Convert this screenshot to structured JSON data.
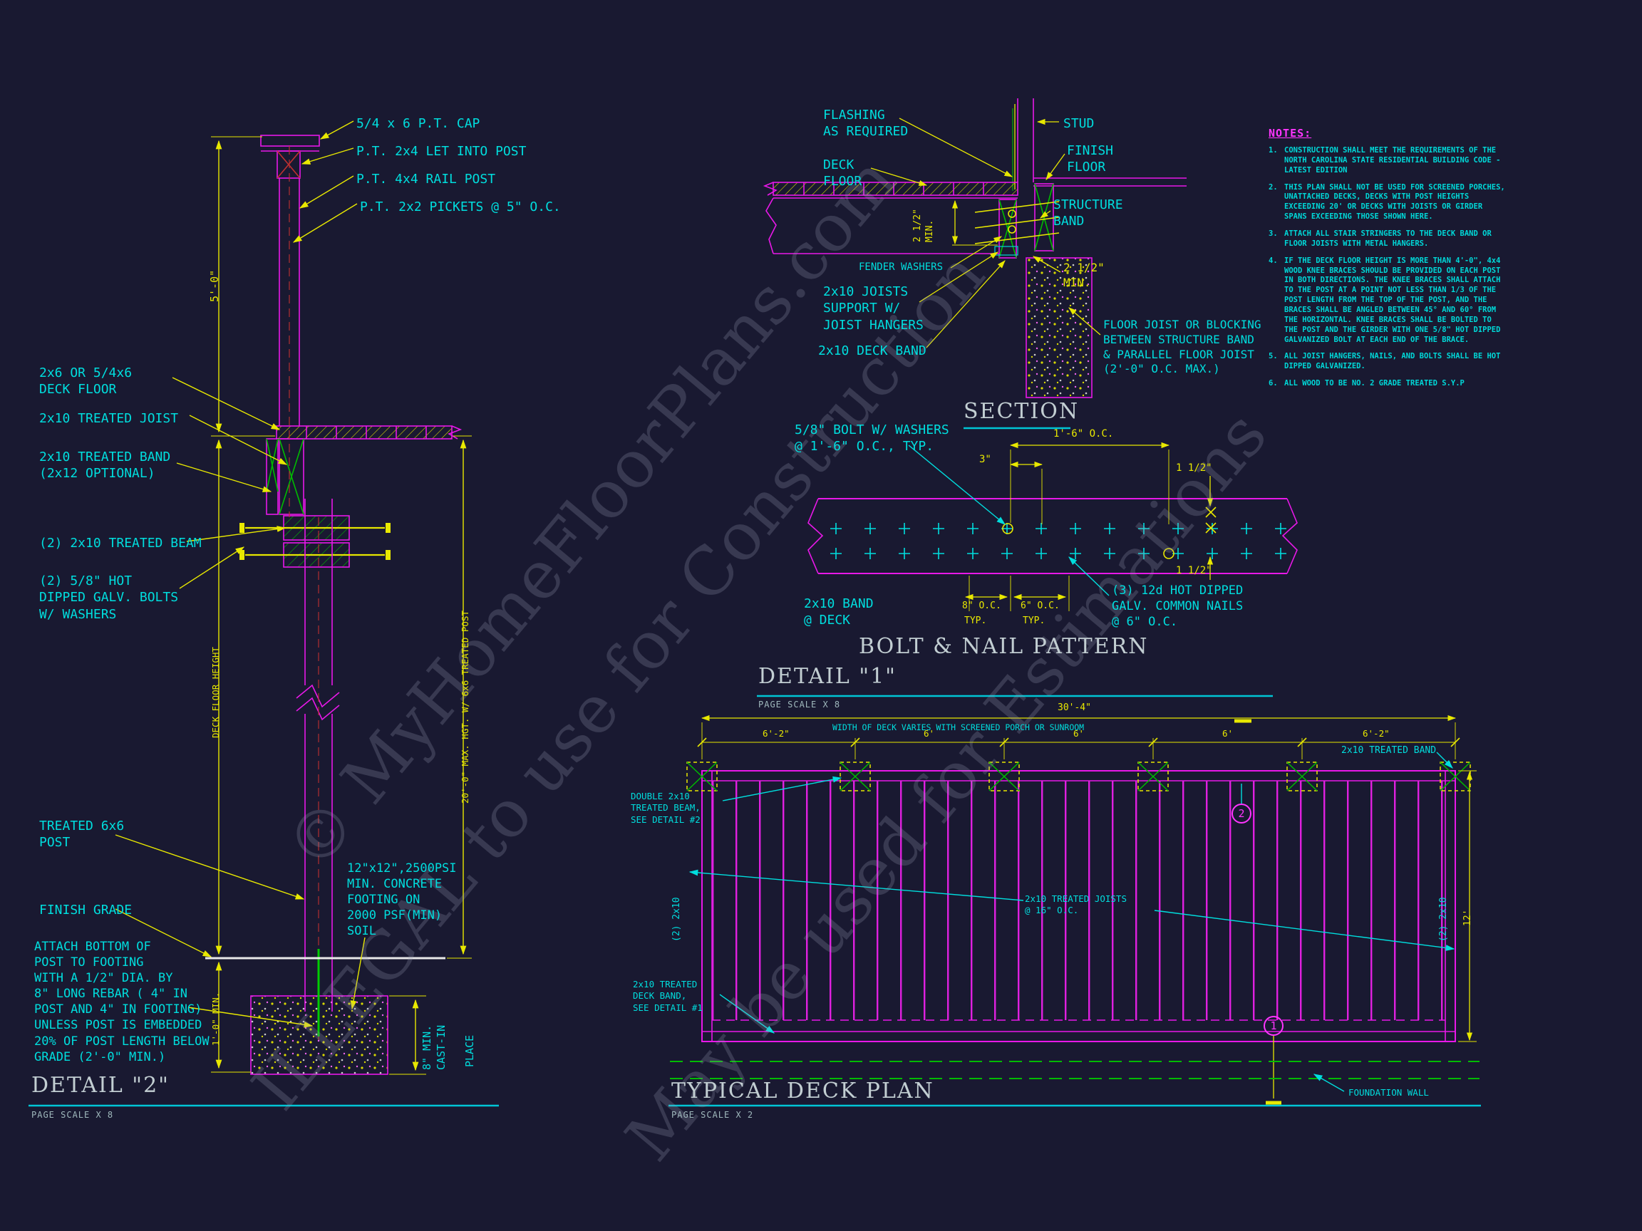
{
  "watermarks": {
    "wm1": "© MyHomeFloorPlans.com",
    "wm2": "ILLEGAL to use for Construction",
    "wm3": "May be used for Estimations"
  },
  "detail2": {
    "title": "DETAIL \"2\"",
    "scale": "PAGE SCALE X 8",
    "labels": {
      "cap": "5/4 x 6 P.T. CAP",
      "let_in": "P.T. 2x4 LET INTO POST",
      "rail_post": "P.T. 4x4 RAIL POST",
      "pickets": "P.T. 2x2 PICKETS @ 5\" O.C.",
      "deck_floor": "2x6 OR 5/4x6\nDECK FLOOR",
      "joist": "2x10 TREATED JOIST",
      "band": "2x10 TREATED BAND\n(2x12 OPTIONAL)",
      "beam": "(2) 2x10 TREATED BEAM",
      "bolts": "(2) 5/8\" HOT\nDIPPED GALV. BOLTS\nW/ WASHERS",
      "post": "TREATED 6x6\nPOST",
      "grade": "FINISH GRADE",
      "attach_note": "ATTACH BOTTOM OF\nPOST TO FOOTING\nWITH A 1/2\" DIA. BY\n8\" LONG REBAR ( 4\" IN\nPOST AND 4\" IN FOOTING)\nUNLESS POST IS EMBEDDED\n20% OF POST LENGTH BELOW\nGRADE (2'-0\" MIN.)",
      "footing": "12\"x12\",2500PSI\nMIN. CONCRETE\nFOOTING ON\n2000 PSF(MIN)\nSOIL",
      "cast_in": "8\" MIN.\nCAST-IN",
      "place": "PLACE"
    },
    "dims": {
      "rail_height": "5'-0\"",
      "deck_floor_height": "DECK FLOOR HEIGHT",
      "max_height": "20'-0\" MAX. HGT. W/ 6x6 TREATED POST",
      "footing_depth": "1'-0\" MIN."
    }
  },
  "section": {
    "title": "SECTION",
    "labels": {
      "flashing": "FLASHING\nAS REQUIRED",
      "stud": "STUD",
      "deck_floor": "DECK\nFLOOR",
      "finish_floor": "FINISH\nFLOOR",
      "structure_band": "STRUCTURE\nBAND",
      "fender_washers": "FENDER WASHERS",
      "joists": "2x10 JOISTS\nSUPPORT W/\nJOIST HANGERS",
      "deck_band": "2x10 DECK BAND",
      "floor_joist": "FLOOR JOIST OR BLOCKING\nBETWEEN STRUCTURE BAND\n& PARALLEL FLOOR JOIST\n(2'-0\" O.C. MAX.)"
    },
    "dims": {
      "min_left": "2 1/2\"\nMIN.",
      "min_right": "2 1/2\"\nMIN."
    }
  },
  "detail1": {
    "title": "DETAIL \"1\"",
    "scale": "PAGE SCALE X 8",
    "subtitle": "BOLT & NAIL PATTERN",
    "labels": {
      "bolt": "5/8\" BOLT W/ WASHERS\n@ 1'-6\" O.C., TYP.",
      "band": "2x10 BAND\n@ DECK",
      "nails": "(3) 12d HOT DIPPED\nGALV. COMMON NAILS\n@ 6\" O.C."
    },
    "dims": {
      "three": "3\"",
      "oc16": "1'-6\" O.C.",
      "half_top": "1 1/2\"",
      "half_bottom": "1 1/2\"",
      "oc8": "8\" O.C.",
      "typ_a": "TYP.",
      "oc6": "6\" O.C.",
      "typ_b": "TYP."
    }
  },
  "notes": {
    "title": "NOTES:",
    "items": [
      {
        "num": "1.",
        "text": "CONSTRUCTION SHALL MEET THE REQUIREMENTS OF THE NORTH CAROLINA STATE RESIDENTIAL BUILDING CODE - LATEST EDITION"
      },
      {
        "num": "2.",
        "text": "THIS PLAN SHALL NOT BE USED FOR SCREENED PORCHES, UNATTACHED DECKS, DECKS WITH POST HEIGHTS EXCEEDING 20' OR DECKS WITH JOISTS OR GIRDER SPANS EXCEEDING THOSE SHOWN HERE."
      },
      {
        "num": "3.",
        "text": "ATTACH ALL STAIR STRINGERS TO THE DECK BAND OR FLOOR JOISTS WITH METAL HANGERS."
      },
      {
        "num": "4.",
        "text": "IF THE DECK FLOOR HEIGHT IS MORE THAN 4'-0\", 4x4 WOOD KNEE BRACES SHOULD BE PROVIDED ON EACH POST IN BOTH DIRECTIONS. THE KNEE BRACES SHALL ATTACH TO THE POST AT A POINT NOT LESS THAN 1/3 OF THE POST LENGTH FROM THE TOP OF THE POST, AND THE BRACES SHALL BE ANGLED BETWEEN 45° AND 60° FROM THE HORIZONTAL. KNEE BRACES SHALL BE BOLTED TO THE POST AND THE GIRDER WITH ONE 5/8\" HOT DIPPED GALVANIZED BOLT AT EACH END OF THE BRACE."
      },
      {
        "num": "5.",
        "text": "ALL JOIST HANGERS, NAILS, AND BOLTS SHALL BE HOT DIPPED GALVANIZED."
      },
      {
        "num": "6.",
        "text": "ALL WOOD TO BE NO. 2 GRADE TREATED S.Y.P"
      }
    ]
  },
  "deck_plan": {
    "title": "TYPICAL DECK PLAN",
    "scale": "PAGE SCALE X 2",
    "labels": {
      "band": "2x10 TREATED BAND",
      "beam_note": "DOUBLE 2x10\nTREATED BEAM,\nSEE DETAIL #2",
      "joists_note": "2x10 TREATED JOISTS\n@ 16\" O.C.",
      "deck_band_note": "2x10 TREATED\nDECK BAND,\nSEE DETAIL #1",
      "foundation": "FOUNDATION WALL",
      "double_left": "(2) 2x10",
      "double_right": "(2) 2x10",
      "marker_1": "1",
      "marker_2": "2"
    },
    "dims": {
      "overall": "30'-4\"",
      "width_note": "WIDTH OF DECK VARIES WITH SCREENED PORCH OR SUNROOM",
      "span_1": "6'-2\"",
      "span_2": "6'",
      "span_3": "6'",
      "span_4": "6'",
      "span_5": "6'-2\"",
      "depth": "12'"
    }
  }
}
